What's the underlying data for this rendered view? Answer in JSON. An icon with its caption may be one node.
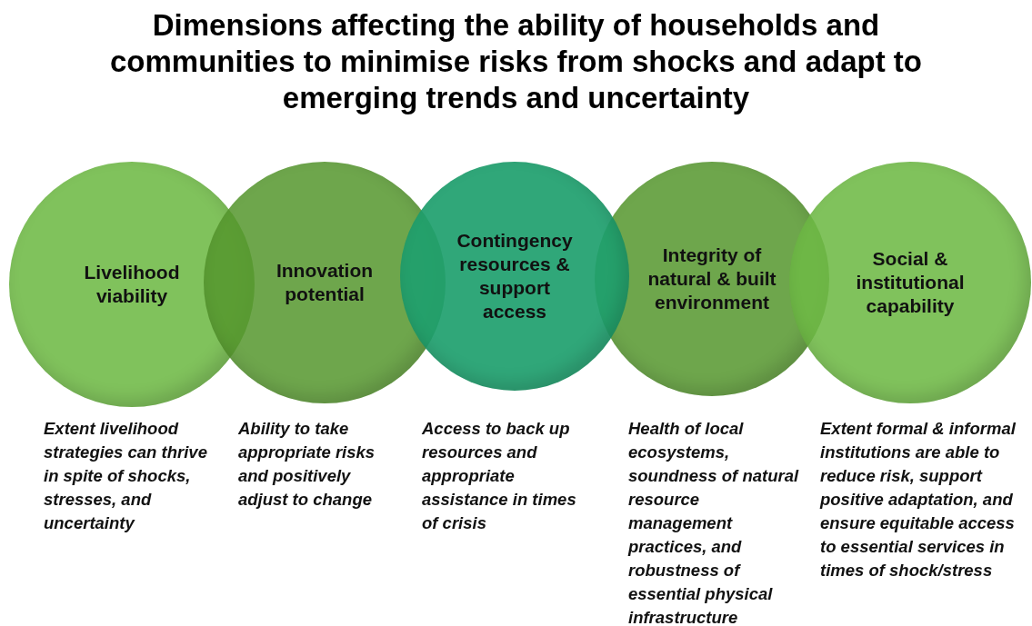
{
  "diagram": {
    "title": "Dimensions affecting the ability of households and communities to minimise risks from shocks and adapt to emerging trends and uncertainty",
    "nodes": [
      {
        "text": [
          "Livelihood viability"
        ],
        "beside": [
          "Extent livelihood strategies can thrive in spite of shocks, stresses, and uncertainty"
        ]
      },
      {
        "text": [
          "Innovation potential"
        ],
        "beside": [
          "Ability to take appropriate risks and positively adjust to change"
        ]
      },
      {
        "text": [
          "Contingency resources & support access"
        ],
        "beside": [
          "Access to back up resources and appropriate assistance in times of crisis"
        ]
      },
      {
        "text": [
          "Integrity of natural & built environment"
        ],
        "beside": [
          "Health of local ecosystems, soundness of natural resource management practices, and robustness of essential physical infrastructure"
        ]
      },
      {
        "text": [
          "Social & institutional capability"
        ],
        "beside": [
          "Extent formal & informal institutions are able to reduce risk, support positive adaptation, and ensure equitable access to essential services in times of shock/stress"
        ]
      }
    ]
  }
}
